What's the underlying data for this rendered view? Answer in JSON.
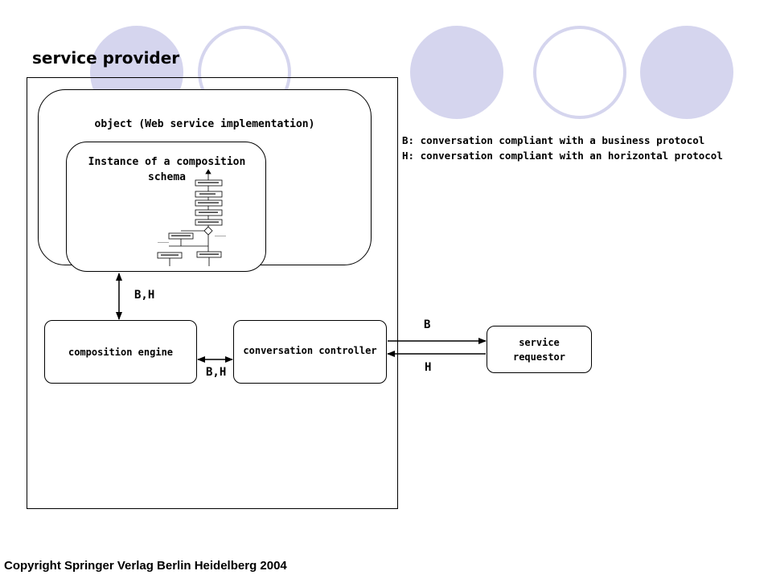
{
  "title": "service provider",
  "object_label": "object (Web service implementation)",
  "instance_label": "Instance of a composition schema",
  "nodes": {
    "composition_engine": "composition engine",
    "conversation_controller": "conversation controller",
    "service_requestor": "service requestor"
  },
  "edges": {
    "instance_engine": "B,H",
    "engine_controller": "B,H",
    "controller_requestor_top": "B",
    "controller_requestor_bottom": "H"
  },
  "legend": [
    "B: conversation compliant with a business protocol",
    "H: conversation compliant with an horizontal protocol"
  ],
  "copyright": "Copyright Springer Verlag Berlin Heidelberg 2004",
  "colors": {
    "decor_circle": "#d5d5ee"
  }
}
